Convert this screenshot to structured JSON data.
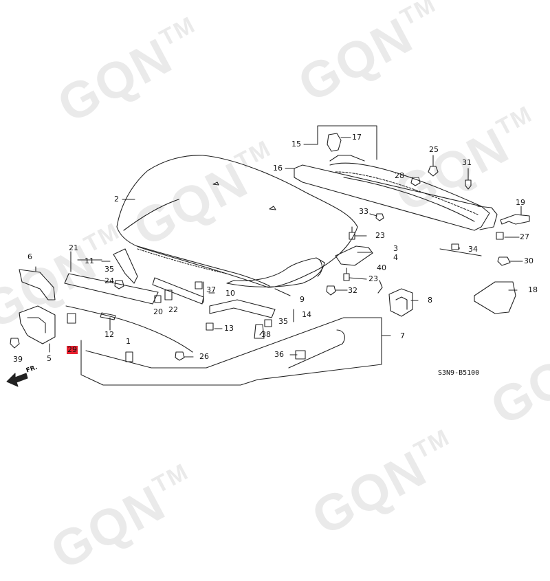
{
  "watermark": {
    "text": "GQN",
    "mark": "TM"
  },
  "diagram_code": "S3N9-B5100",
  "front_indicator": "FR.",
  "callouts": [
    {
      "id": "c1",
      "label": "1"
    },
    {
      "id": "c2",
      "label": "2"
    },
    {
      "id": "c3",
      "label": "3"
    },
    {
      "id": "c4",
      "label": "4"
    },
    {
      "id": "c5",
      "label": "5"
    },
    {
      "id": "c6",
      "label": "6"
    },
    {
      "id": "c7",
      "label": "7"
    },
    {
      "id": "c8",
      "label": "8"
    },
    {
      "id": "c9",
      "label": "9"
    },
    {
      "id": "c10",
      "label": "10"
    },
    {
      "id": "c11",
      "label": "11"
    },
    {
      "id": "c12",
      "label": "12"
    },
    {
      "id": "c13",
      "label": "13"
    },
    {
      "id": "c14",
      "label": "14"
    },
    {
      "id": "c15",
      "label": "15"
    },
    {
      "id": "c16",
      "label": "16"
    },
    {
      "id": "c17",
      "label": "17"
    },
    {
      "id": "c18",
      "label": "18"
    },
    {
      "id": "c19",
      "label": "19"
    },
    {
      "id": "c20",
      "label": "20"
    },
    {
      "id": "c21",
      "label": "21"
    },
    {
      "id": "c22",
      "label": "22"
    },
    {
      "id": "c23a",
      "label": "23"
    },
    {
      "id": "c23b",
      "label": "23"
    },
    {
      "id": "c24",
      "label": "24"
    },
    {
      "id": "c25",
      "label": "25"
    },
    {
      "id": "c26",
      "label": "26"
    },
    {
      "id": "c27",
      "label": "27"
    },
    {
      "id": "c28",
      "label": "28"
    },
    {
      "id": "c29",
      "label": "29",
      "highlighted": true
    },
    {
      "id": "c30",
      "label": "30"
    },
    {
      "id": "c31",
      "label": "31"
    },
    {
      "id": "c32",
      "label": "32"
    },
    {
      "id": "c33",
      "label": "33"
    },
    {
      "id": "c34",
      "label": "34"
    },
    {
      "id": "c35a",
      "label": "35"
    },
    {
      "id": "c35b",
      "label": "35"
    },
    {
      "id": "c36",
      "label": "36"
    },
    {
      "id": "c37",
      "label": "37"
    },
    {
      "id": "c38",
      "label": "38"
    },
    {
      "id": "c39",
      "label": "39"
    },
    {
      "id": "c40",
      "label": "40"
    }
  ],
  "colors": {
    "line": "#222222",
    "highlight": "#e8202f",
    "watermark": "#b9b9b9"
  }
}
